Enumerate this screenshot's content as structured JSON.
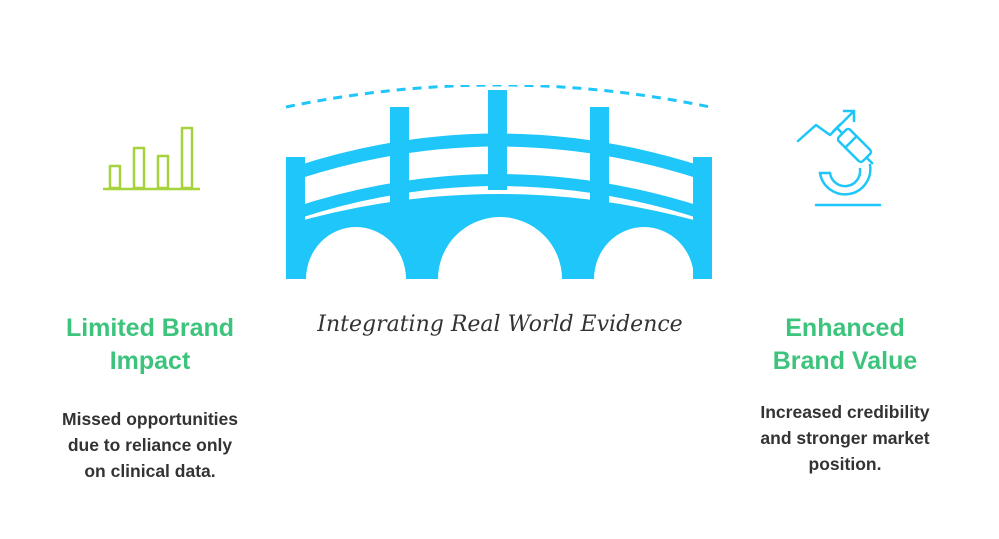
{
  "colors": {
    "accent_green": "#3cc47c",
    "lime_icon": "#a6d33b",
    "bridge_blue": "#1ec6f9",
    "body_text": "#333333"
  },
  "left": {
    "icon": "bar-chart-icon",
    "title_line1": "Limited Brand",
    "title_line2": "Impact",
    "desc_line1": "Missed opportunities",
    "desc_line2": "due to reliance only",
    "desc_line3": "on clinical data."
  },
  "center": {
    "icon": "bridge-icon",
    "caption": "Integrating Real World Evidence"
  },
  "right": {
    "icon": "growth-syringe-icon",
    "title_line1": "Enhanced",
    "title_line2": "Brand Value",
    "desc_line1": "Increased credibility",
    "desc_line2": "and stronger market",
    "desc_line3": "position."
  }
}
